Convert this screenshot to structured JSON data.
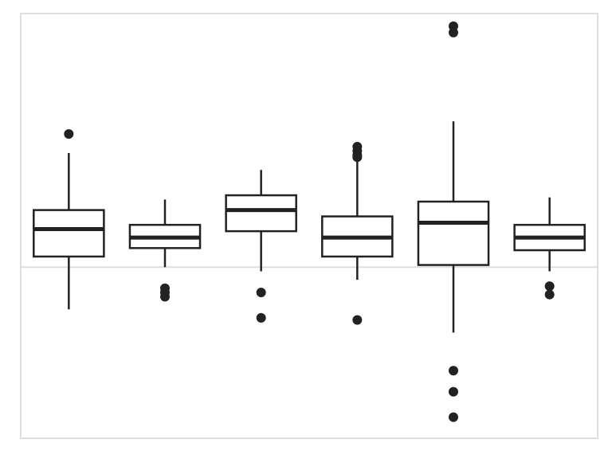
{
  "chart_data": {
    "type": "box",
    "title": "",
    "xlabel": "",
    "ylabel": "",
    "ylim": [
      -4.05,
      6.0
    ],
    "reference_line": 0,
    "grid": false,
    "legend": "none",
    "colors": {
      "frame": "#dedede",
      "reference_line": "#dedede",
      "box_stroke": "#222222",
      "median": "#222222",
      "outlier": "#222222",
      "box_fill": "#ffffff"
    },
    "boxes": [
      {
        "q1": 0.25,
        "median": 0.9,
        "q3": 1.35,
        "whisker_low": -1.0,
        "whisker_high": 2.7,
        "outliers": [
          3.15
        ]
      },
      {
        "q1": 0.45,
        "median": 0.7,
        "q3": 1.0,
        "whisker_low": 0.0,
        "whisker_high": 1.6,
        "outliers": [
          -0.5,
          -0.6,
          -0.7
        ]
      },
      {
        "q1": 0.85,
        "median": 1.35,
        "q3": 1.7,
        "whisker_low": -0.1,
        "whisker_high": 2.3,
        "outliers": [
          -0.6,
          -1.2
        ]
      },
      {
        "q1": 0.25,
        "median": 0.7,
        "q3": 1.2,
        "whisker_low": -0.3,
        "whisker_high": 2.5,
        "outliers": [
          2.6,
          2.65,
          2.75,
          2.85,
          -1.25
        ]
      },
      {
        "q1": 0.05,
        "median": 1.05,
        "q3": 1.55,
        "whisker_low": -1.55,
        "whisker_high": 3.45,
        "outliers": [
          5.55,
          5.7,
          -2.45,
          -2.95,
          -3.55
        ]
      },
      {
        "q1": 0.4,
        "median": 0.7,
        "q3": 1.0,
        "whisker_low": -0.1,
        "whisker_high": 1.65,
        "outliers": [
          -0.45,
          -0.65
        ]
      }
    ]
  }
}
